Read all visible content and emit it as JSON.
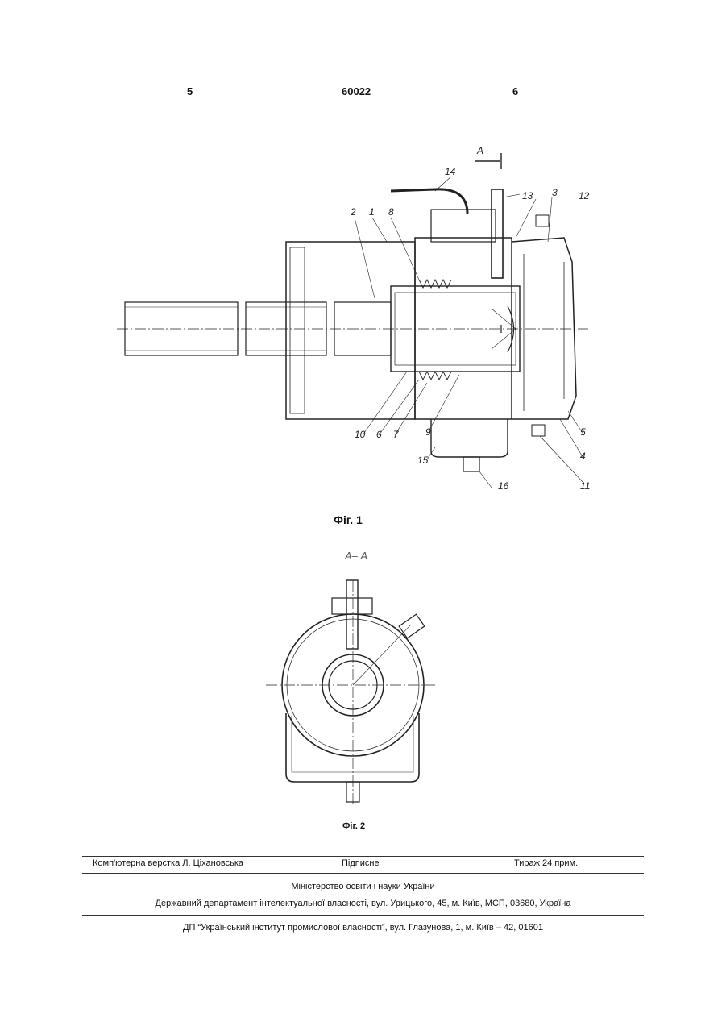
{
  "header": {
    "left_page": "5",
    "patent_no": "60022",
    "right_page": "6"
  },
  "figure1": {
    "caption": "Фіг. 1",
    "section_mark": "А",
    "labels": [
      "1",
      "2",
      "3",
      "4",
      "5",
      "6",
      "7",
      "8",
      "9",
      "10",
      "11",
      "12",
      "13",
      "14",
      "15",
      "16"
    ]
  },
  "figure2": {
    "section_title": "А– А",
    "caption": "Фіг. 2"
  },
  "footer": {
    "layout": "Комп'ютерна верстка Л. Ціхановська",
    "signed": "Підписне",
    "circulation": "Тираж 24 прим.",
    "ministry": "Міністерство освіти і науки України",
    "department": "Державний департамент інтелектуальної власності, вул. Урицького, 45, м. Київ, МСП, 03680, Україна",
    "institute": "ДП “Український інститут промислової власності”, вул. Глазунова, 1, м. Київ – 42, 01601"
  }
}
